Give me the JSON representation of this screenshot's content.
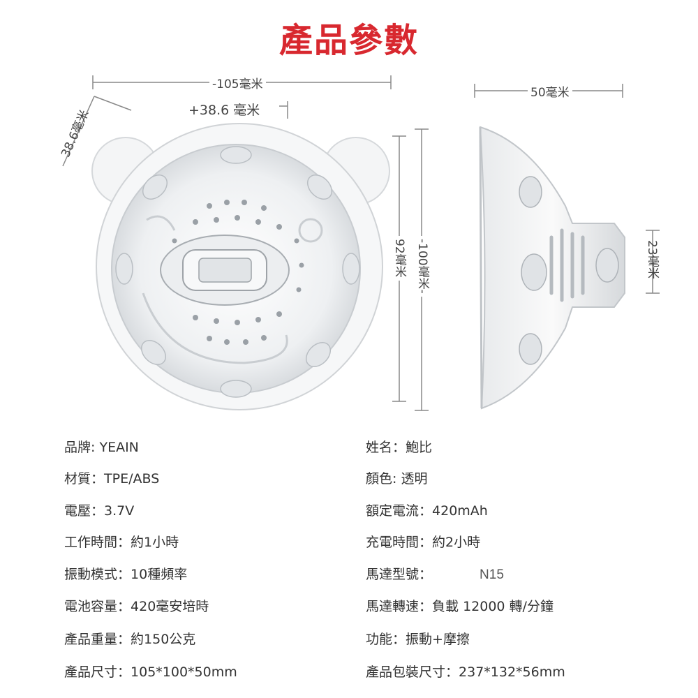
{
  "title": "產品參數",
  "accent": "#d8282f",
  "dimensions": {
    "width_top": "-105毫米",
    "width_sub": "+38.6 毫米",
    "diag": "38.6毫米",
    "height_inner": "92毫米",
    "height_outer": "-100毫米-",
    "depth": "50毫米",
    "side_thickness": "23毫米"
  },
  "specs_left": [
    {
      "label": "品牌",
      "sep": ": ",
      "value": "YEAIN"
    },
    {
      "label": "材質",
      "sep": "：",
      "value": "TPE/ABS"
    },
    {
      "label": "電壓",
      "sep": "：",
      "value": "3.7V"
    },
    {
      "label": "工作時間",
      "sep": "：",
      "value": "約1小時"
    },
    {
      "label": "振動模式",
      "sep": "：",
      "value": "10種頻率"
    },
    {
      "label": "電池容量",
      "sep": "：",
      "value": "420毫安培時"
    },
    {
      "label": "產品重量",
      "sep": "：",
      "value": "約150公克"
    },
    {
      "label": "產品尺寸",
      "sep": "：",
      "value": "105*100*50mm"
    }
  ],
  "specs_right": [
    {
      "label": "姓名",
      "sep": "：",
      "value": "鮑比"
    },
    {
      "label": "顏色",
      "sep": ": ",
      "value": "透明"
    },
    {
      "label": "額定電流",
      "sep": "：",
      "value": "420mAh"
    },
    {
      "label": "充電時間",
      "sep": "：",
      "value": "約2小時"
    },
    {
      "label": "馬達型號",
      "sep": "：",
      "value": "N15"
    },
    {
      "label": "馬達轉速",
      "sep": "：",
      "value": "負載 12000 轉/分鐘"
    },
    {
      "label": "功能",
      "sep": "：",
      "value": "振動+摩擦"
    },
    {
      "label": "產品包裝尺寸",
      "sep": "：",
      "value": "237*132*56mm"
    }
  ]
}
